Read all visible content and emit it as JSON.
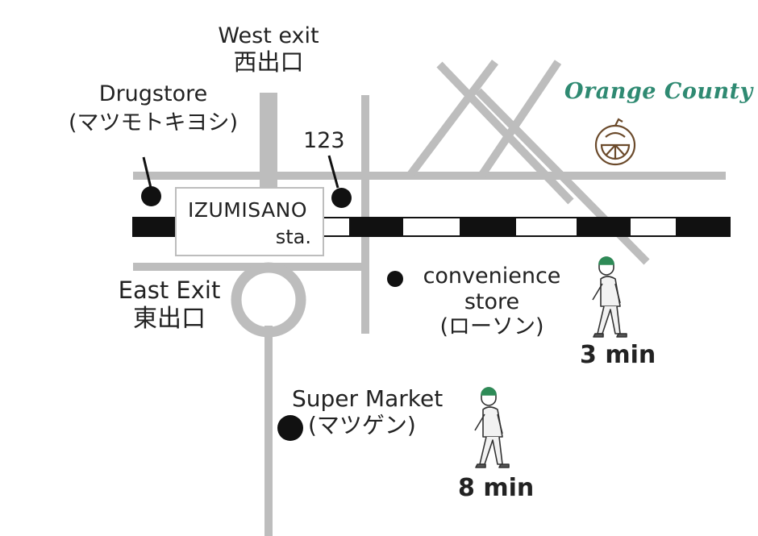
{
  "brand": {
    "name": "Orange County",
    "color": "#2f8a72",
    "icon": "orange-slice-icon"
  },
  "station": {
    "name_line1": "IZUMISANO",
    "name_line2": "sta."
  },
  "labels": {
    "west_exit_en": "West exit",
    "west_exit_jp": "西出口",
    "east_exit_en": "East Exit",
    "east_exit_jp": "東出口",
    "drugstore_en": "Drugstore",
    "drugstore_jp": "(マツモトキヨシ)",
    "shop_123": "123",
    "convenience_line1": "convenience",
    "convenience_line2": "store",
    "convenience_jp": "(ローソン)",
    "supermarket_en": "Super Market",
    "supermarket_jp": "(マツゲン)"
  },
  "walk_times": {
    "near": "3 min",
    "far": "8 min"
  },
  "colors": {
    "road": "#bdbdbd",
    "rail_dark": "#111111",
    "walker_cap": "#2e8b57"
  }
}
